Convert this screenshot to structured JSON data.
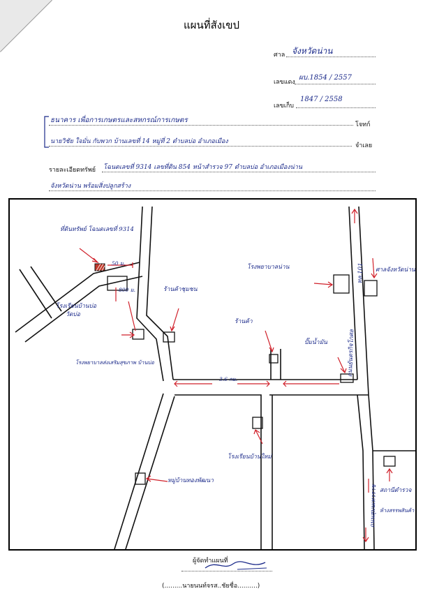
{
  "header": {
    "title": "แผนที่สังเขป",
    "court_label": "ศาล",
    "court_value": "จังหวัดน่าน",
    "red_case_label": "เลขแดง",
    "red_case_value": "ผบ.1854 / 2557",
    "archive_label": "เลขเก็บ",
    "archive_value": "1847 / 2558"
  },
  "parties": {
    "plaintiff_value": "ธนาคาร เพื่อการเกษตรและสหกรณ์การเกษตร",
    "plaintiff_label": "โจทก์",
    "defendant_value": "นายวิชัย ใจมั่น กับพวก บ้านเลขที่ 14 หมู่ที่ 2 ตำบลบ่อ อำเภอเมือง",
    "defendant_label": "จำเลย",
    "property_label": "รายละเอียดทรัพย์",
    "property_line1": "โฉนดเลขที่ 9314 เลขที่ดิน 854 หน้าสำรวจ 97 ตำบลบ่อ อำเภอเมืองน่าน",
    "property_line2": "จังหวัดน่าน พร้อมสิ่งปลูกสร้าง"
  },
  "map": {
    "target_label": "ที่ดินทรัพย์ โฉนดเลขที่ 9314",
    "dist_label_1": "50 ม.",
    "dist_label_2": "800 ม.",
    "school_label": "โรงเรียนบ้านบ่อ",
    "temple_label": "วัดบ่อ",
    "market_label": "โรงพยาบาลส่งเสริมสุขภาพ บ้านบ่อ",
    "coop_label": "ร้านค้าชุมชน",
    "shop_label": "ร้านค้า",
    "dist_label_3": "3.6 กม.",
    "hospital_label": "โรงพยาบาลน่าน",
    "gas_label": "ปั๊มน้ำมัน",
    "office_label": "ศาลจังหวัดน่าน",
    "highway_label": "ถนนยันตรกิจโกศล",
    "highway_code": "ทล.101",
    "school2_label": "โรงเรียนบ้านใหม่",
    "village_label": "หมู่บ้านทองพัฒนา",
    "station_label": "สถานีตำรวจ",
    "road_label_vertical": "ถนนสุมนเทวราช",
    "bottom_right_label": "ห้างสรรพสินค้า"
  },
  "footer": {
    "maker_label": "ผู้จัดทำแผนที่",
    "name_line": "(.........นายนนท์จรส..ชัยชื่อ..........)"
  }
}
